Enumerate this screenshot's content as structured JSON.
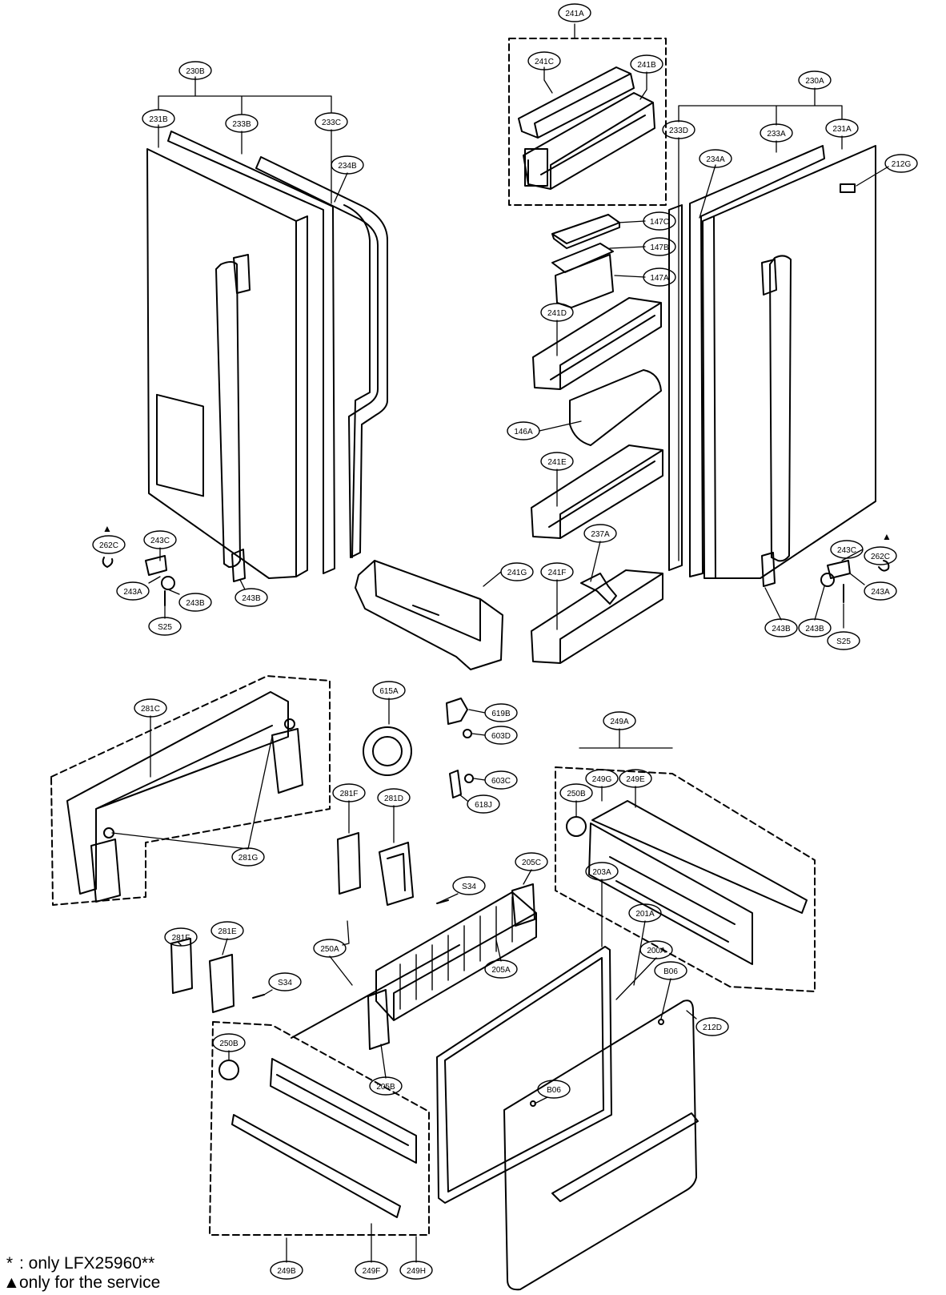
{
  "labels": {
    "l241A": "241A",
    "l241C": "241C",
    "l241B": "241B",
    "l230B": "230B",
    "l231B": "231B",
    "l233B": "233B",
    "l233C": "233C",
    "l234B": "234B",
    "l230A": "230A",
    "l233D": "233D",
    "l233A": "233A",
    "l231A": "231A",
    "l234A": "234A",
    "l212G": "212G",
    "l147C": "147C",
    "l147B": "147B",
    "l147A": "147A",
    "l241D": "241D",
    "l146A": "146A",
    "l241E": "241E",
    "l237A": "237A",
    "l241F": "241F",
    "l241G": "241G",
    "l262C_left": "262C",
    "l243C_left": "243C",
    "l243A_left": "243A",
    "l243B_left1": "243B",
    "l243B_left2": "243B",
    "lS25_left": "S25",
    "l243C_right": "243C",
    "l262C_right": "262C",
    "l243A_right": "243A",
    "l243B_right1": "243B",
    "l243B_right2": "243B",
    "lS25_right": "S25",
    "l281C": "281C",
    "l615A": "615A",
    "l619B": "619B",
    "l603D": "603D",
    "l603C": "603C",
    "l618J": "618J",
    "l249A": "249A",
    "l249G": "249G",
    "l249E": "249E",
    "l250B_top": "250B",
    "l281G": "281G",
    "l281F_top": "281F",
    "l281D": "281D",
    "lS34_top": "S34",
    "l205C": "205C",
    "l281F_bottom": "281F",
    "l281E": "281E",
    "lS34_bottom": "S34",
    "l250A": "250A",
    "l205A": "205A",
    "l203A": "203A",
    "l201A": "201A",
    "l200A": "200A",
    "lB06_top": "B06",
    "l212D": "212D",
    "lB06_bottom": "B06",
    "l205B": "205B",
    "l250B_bottom": "250B",
    "l249B": "249B",
    "l249F": "249F",
    "l249H": "249H"
  },
  "legend": {
    "line1_symbol": "*",
    "line1_text": ": only LFX25960**",
    "line2_symbol": "▲",
    "line2_text": "only for the service"
  },
  "service_marks": {
    "left": "▲",
    "right": "▲"
  }
}
